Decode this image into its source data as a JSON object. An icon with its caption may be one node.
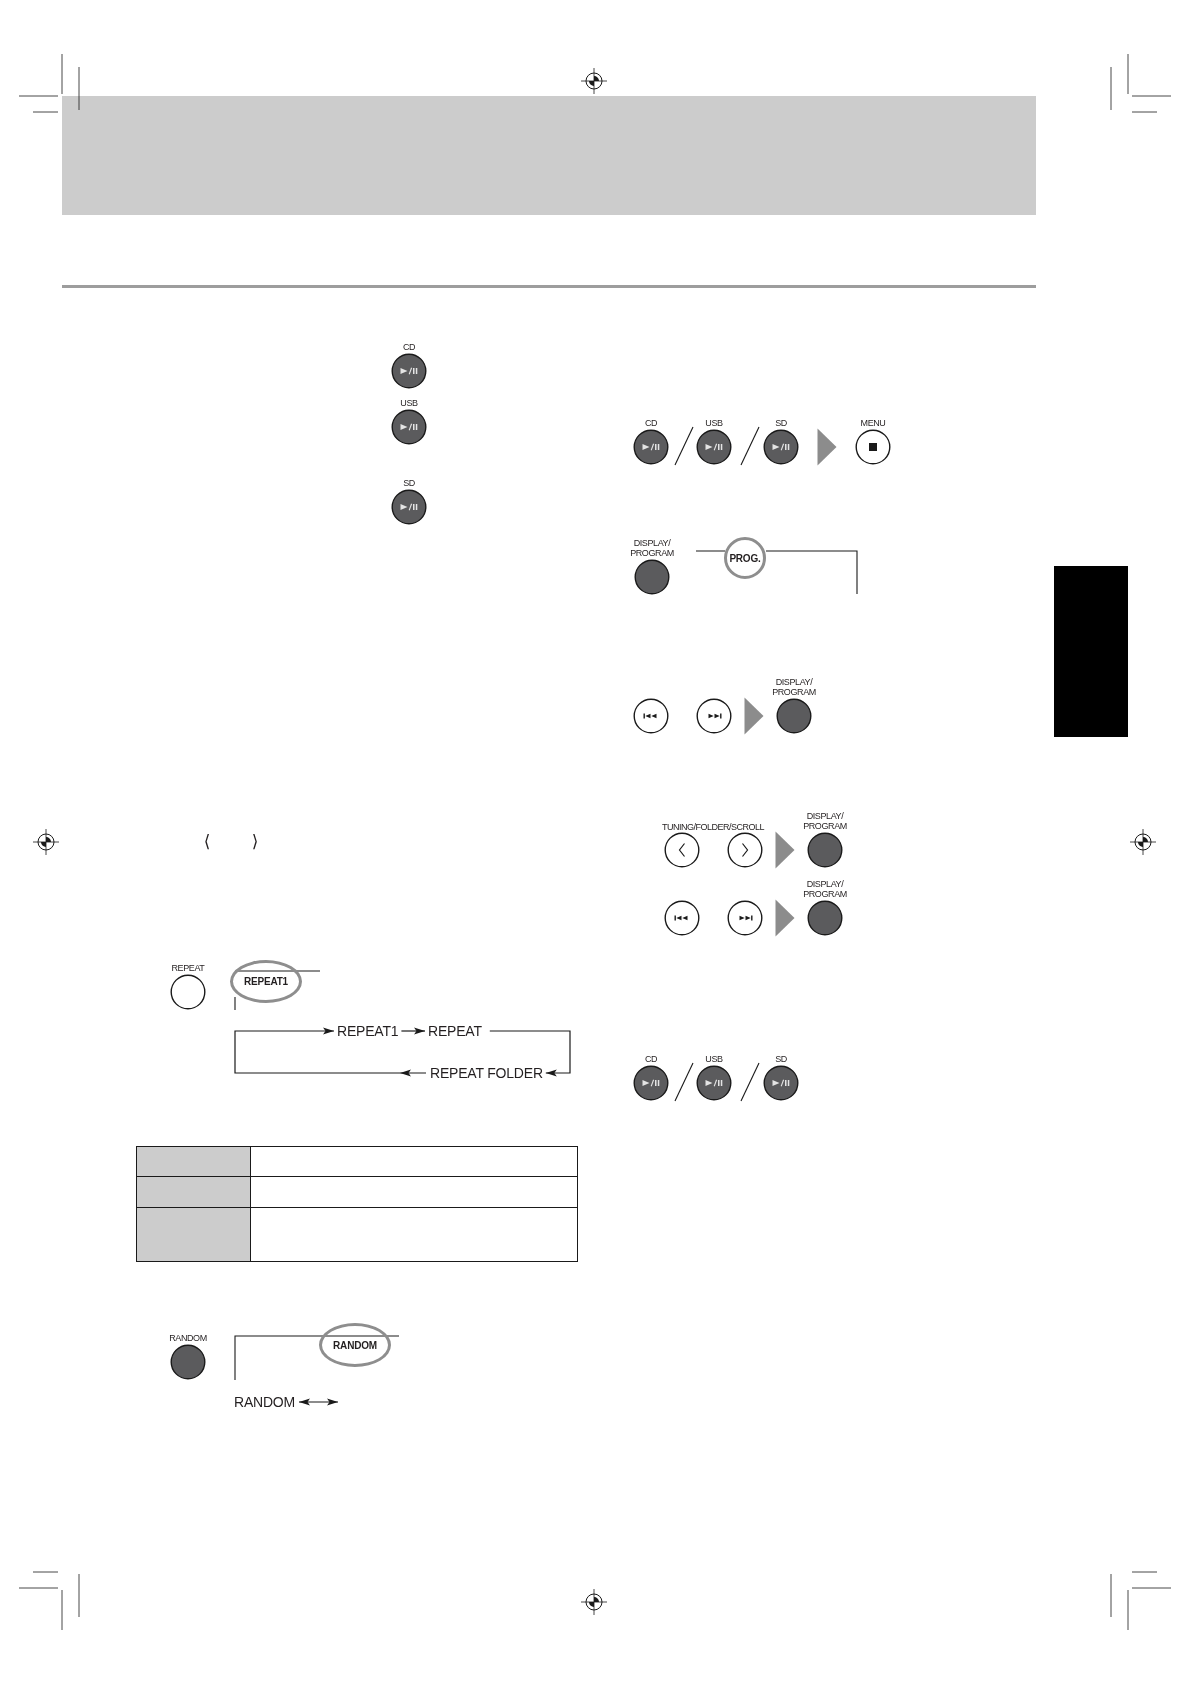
{
  "diagram": {
    "nodes": [
      {
        "text": [
          "CD"
        ]
      },
      {
        "text": [
          "USB"
        ]
      },
      {
        "text": [
          "SD"
        ]
      },
      {
        "text": [
          "REPEAT"
        ]
      },
      {
        "text": [
          "REPEAT1"
        ]
      },
      {
        "text": [
          "REPEAT1"
        ]
      },
      {
        "text": [
          "REPEAT"
        ]
      },
      {
        "text": [
          "REPEAT FOLDER"
        ]
      },
      {
        "text": [
          "RANDOM"
        ]
      },
      {
        "text": [
          "RANDOM"
        ]
      },
      {
        "text": [
          "RANDOM"
        ]
      },
      {
        "text": [
          "CD"
        ]
      },
      {
        "text": [
          "USB"
        ]
      },
      {
        "text": [
          "SD"
        ]
      },
      {
        "text": [
          "MENU"
        ]
      },
      {
        "text": [
          "DISPLAY/ PROGRAM"
        ]
      },
      {
        "text": [
          "PROG."
        ]
      },
      {
        "text": [],
        "shape": "circle"
      },
      {
        "text": [],
        "shape": "circle"
      },
      {
        "text": [
          "DISPLAY/ PROGRAM"
        ]
      },
      {
        "text": [],
        "shape": "circle"
      },
      {
        "text": [],
        "shape": "circle"
      },
      {
        "text": [
          "DISPLAY/ PROGRAM"
        ]
      },
      {
        "text": [],
        "shape": "circle"
      },
      {
        "text": [],
        "shape": "circle"
      },
      {
        "text": [
          "DISPLAY/ PROGRAM"
        ]
      },
      {
        "text": [
          "CD"
        ]
      },
      {
        "text": [
          "USB"
        ]
      },
      {
        "text": [
          "SD"
        ]
      },
      {
        "text": [],
        "shape": "box"
      }
    ],
    "edges": [
      {
        "from": 5,
        "to": 6,
        "arrow": "to"
      },
      {
        "from": 6,
        "to": 7,
        "arrow": "to"
      },
      {
        "from": 7,
        "to": 5,
        "arrow": "to"
      },
      {
        "from": 10,
        "to": null,
        "arrow": "both"
      },
      {
        "from": 13,
        "to": 14,
        "arrow": "to",
        "color": "#8c8c8c"
      },
      {
        "from": 18,
        "to": 19,
        "arrow": "to",
        "color": "#8c8c8c"
      },
      {
        "from": 21,
        "to": 22,
        "arrow": "to",
        "color": "#8c8c8c"
      },
      {
        "from": 24,
        "to": 25,
        "arrow": "to",
        "color": "#8c8c8c"
      }
    ],
    "labels": [
      "⟨",
      "⟩",
      "TUNING/FOLDER/SCROLL"
    ]
  }
}
